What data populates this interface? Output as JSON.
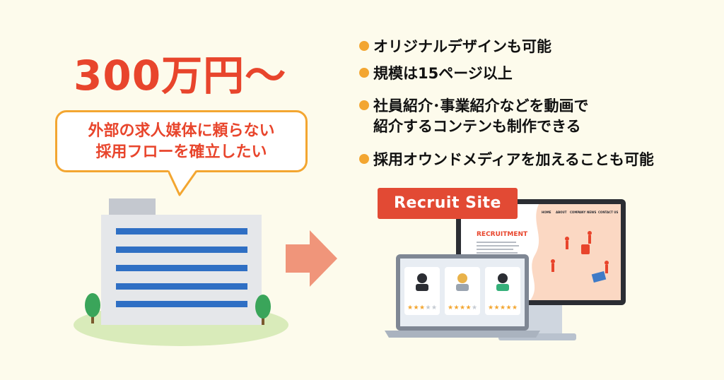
{
  "price": {
    "text": "300万円～"
  },
  "bubble": {
    "line1": "外部の求人媒体に頼らない",
    "line2": "採用フローを確立したい"
  },
  "points": [
    {
      "lines": [
        "オリジナルデザインも可能"
      ]
    },
    {
      "lines": [
        "規模は15ページ以上"
      ]
    },
    {
      "lines": [
        "社員紹介･事業紹介などを動画で",
        "紹介するコンテンも制作できる"
      ]
    },
    {
      "lines": [
        "採用オウンドメディアを加えることも可能"
      ]
    }
  ],
  "recruit_tag": {
    "label": "Recruit Site"
  },
  "monitor_page": {
    "nav": [
      "HOME",
      "ABOUT",
      "COMPANY",
      "NEWS",
      "CONTACT US"
    ],
    "heading": "RECRUITMENT"
  },
  "candidate_cards": [
    {
      "stars": 3,
      "max_stars": 5
    },
    {
      "stars": 4,
      "max_stars": 5
    },
    {
      "stars": 5,
      "max_stars": 5
    }
  ],
  "colors": {
    "background": "#fdfbec",
    "accent_red": "#e8452c",
    "accent_orange": "#f3a631",
    "arrow": "#f0957a",
    "building_stripe": "#2f6fc4"
  }
}
